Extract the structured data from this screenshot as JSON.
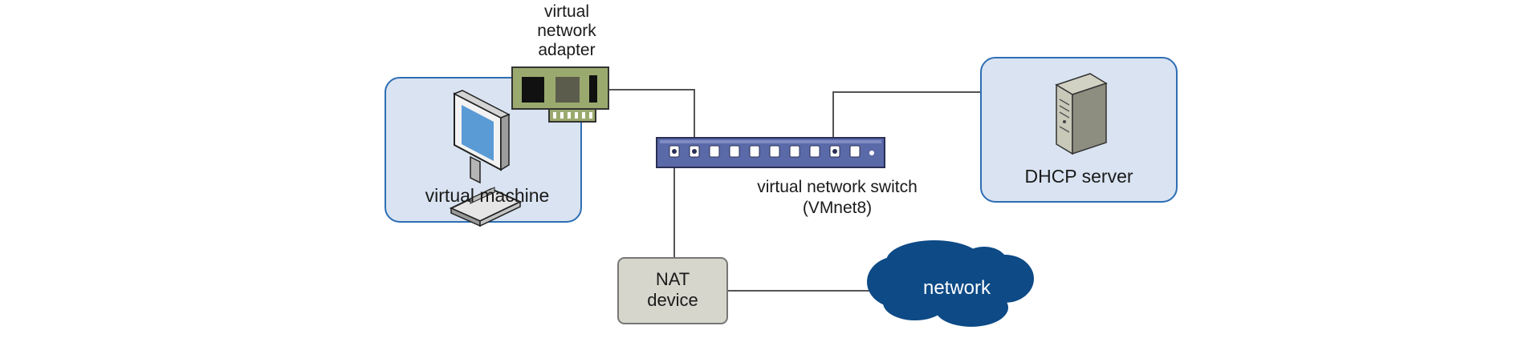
{
  "adapter": {
    "label_lines": [
      "virtual",
      "network",
      "adapter"
    ]
  },
  "virtual_machine": {
    "label": "virtual machine"
  },
  "switch": {
    "label_line1": "virtual network switch",
    "label_line2": "(VMnet8)"
  },
  "dhcp": {
    "label": "DHCP server"
  },
  "nat": {
    "label_lines": [
      "NAT",
      "device"
    ]
  },
  "cloud": {
    "label": "network"
  },
  "colors": {
    "box_fill": "#d9e3f1",
    "box_stroke": "#2d6eb3",
    "switch_fill": "#5a69a8",
    "adapter_board": "#9aaa6e",
    "nat_fill": "#d6d6cc",
    "cloud_fill": "#0d4a86",
    "line": "#555555"
  }
}
